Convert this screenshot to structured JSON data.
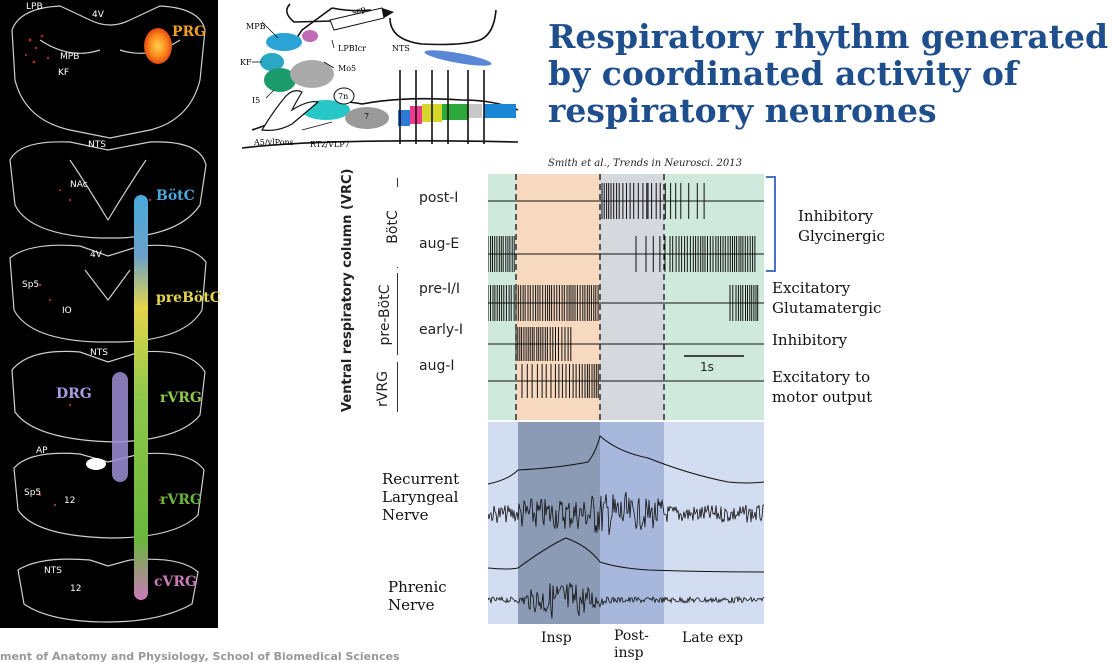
{
  "title": {
    "line1": "Respiratory rhythm generated",
    "line2": "by coordinated activity of",
    "line3": "respiratory neurones"
  },
  "citation": "Smith et al., Trends in Neurosci. 2013",
  "brainstem_sections": {
    "labels": {
      "lpb": "LPB",
      "v4_top": "4V",
      "mpb": "MPB",
      "kf": "KF",
      "prg": "PRG",
      "nts_1": "NTS",
      "nac": "NAc",
      "botc": "BötC",
      "v4_mid": "4V",
      "sp5_1": "Sp5",
      "io": "IO",
      "prebotc": "preBötC",
      "nts_2": "NTS",
      "drg": "DRG",
      "rvrg_1": "rVRG",
      "ap": "AP",
      "sp5_2": "Sp5",
      "n12_1": "12",
      "rvrg_2": "rVRG",
      "nts_3": "NTS",
      "n12_2": "12",
      "cvrg": "cVRG"
    }
  },
  "sagittal_schematic": {
    "labels": {
      "mpb": "MPB",
      "scp": "scp",
      "lpbicr": "LPBIcr",
      "kf": "KF",
      "mo5": "Mo5",
      "n7": "7n",
      "i5": "I5",
      "n7_nucleus": "7",
      "a5": "A5/vlPons",
      "rtz": "RTz/VLP7",
      "nts": "NTS"
    }
  },
  "raster": {
    "group_axis_label": "Ventral respiratory column (VRC)",
    "groups": [
      "BötC",
      "pre-BötC",
      "rVRG"
    ],
    "rows": [
      "post-I",
      "aug-E",
      "pre-I/I",
      "early-I",
      "aug-I"
    ],
    "scale_bar": "1s"
  },
  "annotations": {
    "inhibitory_glycinergic": [
      "Inhibitory",
      "Glycinergic"
    ],
    "excitatory_glutamatergic": [
      "Excitatory",
      "Glutamatergic"
    ],
    "inhibitory": "Inhibitory",
    "excitatory_motor": [
      "Excitatory to",
      "motor output"
    ]
  },
  "nerves": {
    "recurrent_laryngeal": [
      "Recurrent",
      "Laryngeal",
      "Nerve"
    ],
    "phrenic": [
      "Phrenic",
      "Nerve"
    ],
    "phases": [
      "Insp",
      "Post-",
      "insp",
      "Late exp"
    ]
  },
  "footer": "ment of Anatomy and Physiology, School of Biomedical Sciences",
  "colors": {
    "title": "#1f4e8c",
    "phase_green": "#cfe9dc",
    "phase_peach": "#f7d9c0",
    "phase_grey": "#d5d8dd",
    "nerve_dark": "#8b9bb6",
    "nerve_mid": "#a7b8dc",
    "nerve_light": "#d3ddf1",
    "bracket": "#4a72c4"
  }
}
